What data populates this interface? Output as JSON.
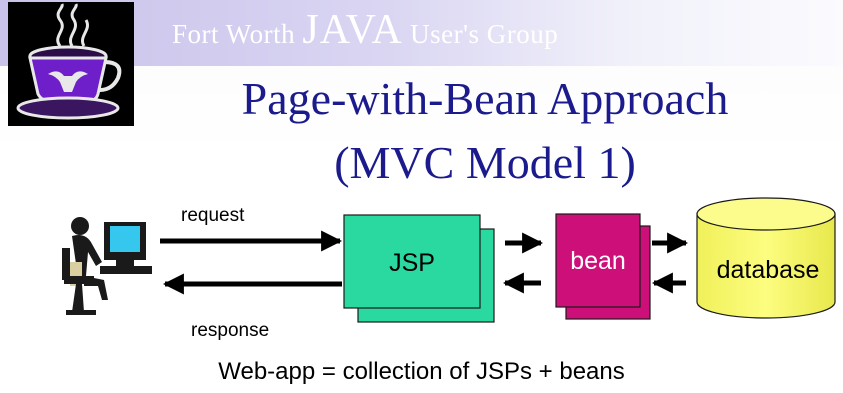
{
  "header": {
    "group_name_part1": "Fort Worth ",
    "group_name_part2": "JAVA",
    "group_name_part3": " User's Group"
  },
  "title": {
    "line1": "Page-with-Bean Approach",
    "line2": "(MVC Model 1)"
  },
  "diagram": {
    "request_label": "request",
    "response_label": "response",
    "jsp_label": "JSP",
    "bean_label": "bean",
    "database_label": "database"
  },
  "footer": {
    "caption": "Web-app = collection of JSPs + beans"
  },
  "colors": {
    "title": "#1b1b8e",
    "jsp_box": "#2ad9a0",
    "bean_box": "#cc0f79",
    "database": "#fafa6e"
  }
}
